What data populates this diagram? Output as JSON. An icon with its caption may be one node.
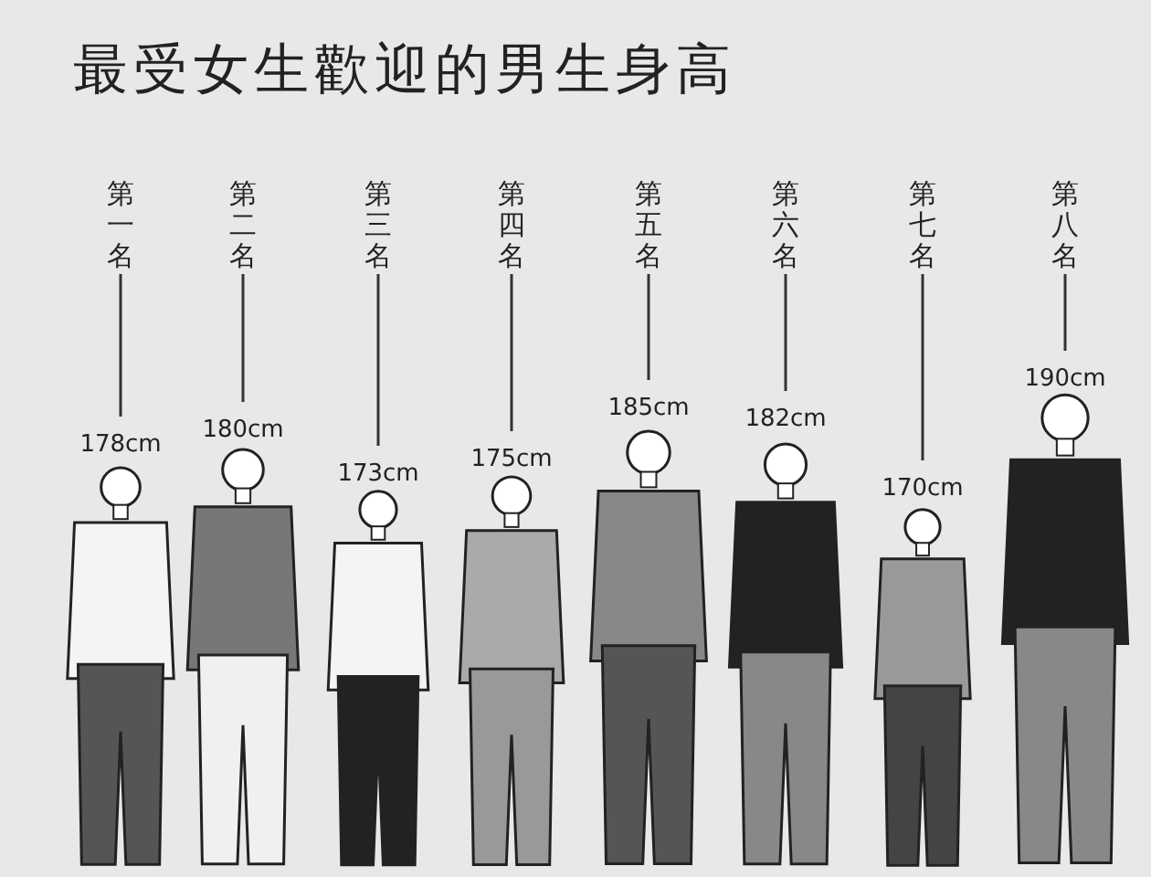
{
  "diagram": {
    "title": "最受女生歡迎的男生身高",
    "labels": [
      "第一名",
      "178cm",
      "第二名",
      "180cm",
      "第三名",
      "173cm",
      "第四名",
      "175cm",
      "第五名",
      "185cm",
      "第六名",
      "182cm",
      "第七名",
      "170cm",
      "第八名",
      "190cm"
    ]
  }
}
